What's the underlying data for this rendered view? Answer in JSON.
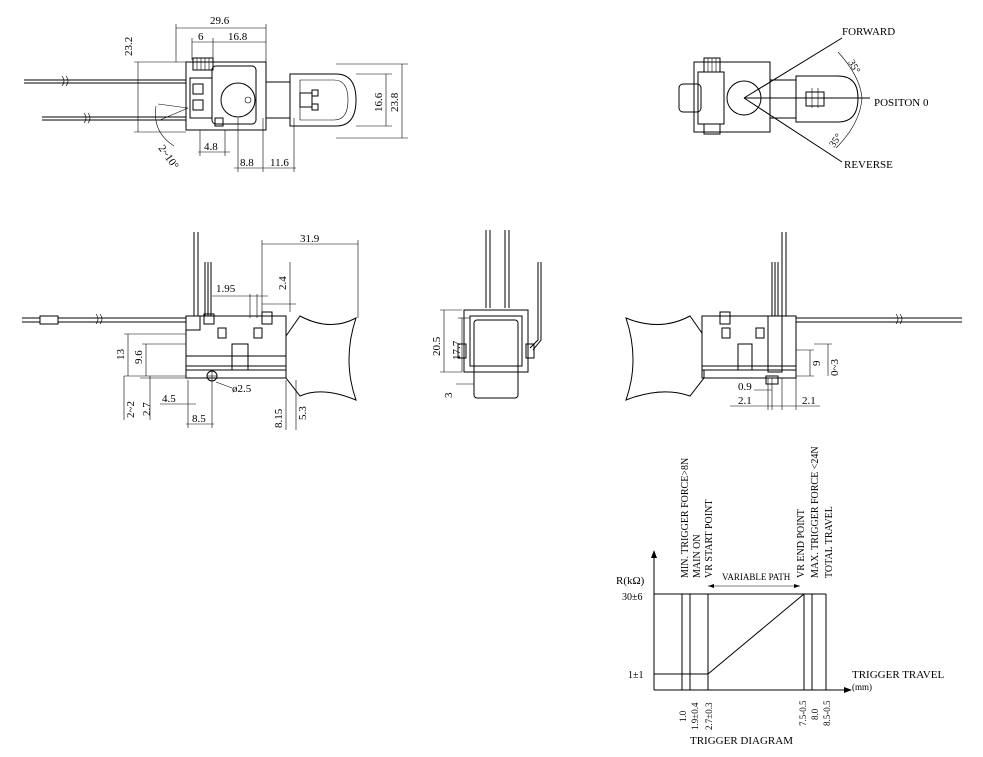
{
  "top_view": {
    "dims": {
      "w_29_6": "29.6",
      "w_6": "6",
      "w_16_8": "16.8",
      "h_23_2": "23.2",
      "h_16_6": "16.6",
      "h_23_8": "23.8",
      "w_4_8": "4.8",
      "w_8_8": "8.8",
      "w_11_6": "11.6",
      "angle": "2~10°"
    }
  },
  "rotation_view": {
    "forward": "FORWARD",
    "position0": "POSITON 0",
    "reverse": "REVERSE",
    "angle_top": "35°",
    "angle_bottom": "35°"
  },
  "side_view": {
    "dims": {
      "w_31_9": "31.9",
      "w_1_95": "1.95",
      "h_2_4": "2.4",
      "h_13": "13",
      "h_9_6": "9.6",
      "dia": "ø2.5",
      "h_2_2": "2~2",
      "h_2_7": "2.7",
      "w_4_5": "4.5",
      "w_8_5": "8.5",
      "h_8_15": "8.15",
      "h_5_3": "5.3"
    }
  },
  "front_view": {
    "dims": {
      "h_20_5": "20.5",
      "h_17_7": "17.7",
      "h_3": "3"
    }
  },
  "rear_view": {
    "dims": {
      "h_9": "9",
      "h_0_3": "0~3",
      "w_0_9": "0.9",
      "w_2_1a": "2.1",
      "w_2_1b": "2.1"
    }
  },
  "trigger_diagram": {
    "title": "TRIGGER DIAGRAM",
    "y_axis_label": "R(kΩ)",
    "x_axis_label": "TRIGGER TRAVEL",
    "x_unit": "(mm)",
    "y_high": "30±6",
    "y_low": "1±1",
    "variable_path": "VARIABLE PATH",
    "events": [
      "MIN. TRIGGER FORCE>8N",
      "MAIN ON",
      "VR START POINT",
      "VR END POINT",
      "MAX. TRIGGER FORCE <24N",
      "TOTAL TRAVEL"
    ],
    "x_ticks": [
      "1.0",
      "1.9±0.4",
      "2.7±0.3",
      "7.5-0.5",
      "8.0",
      "8.5-0.5"
    ]
  }
}
